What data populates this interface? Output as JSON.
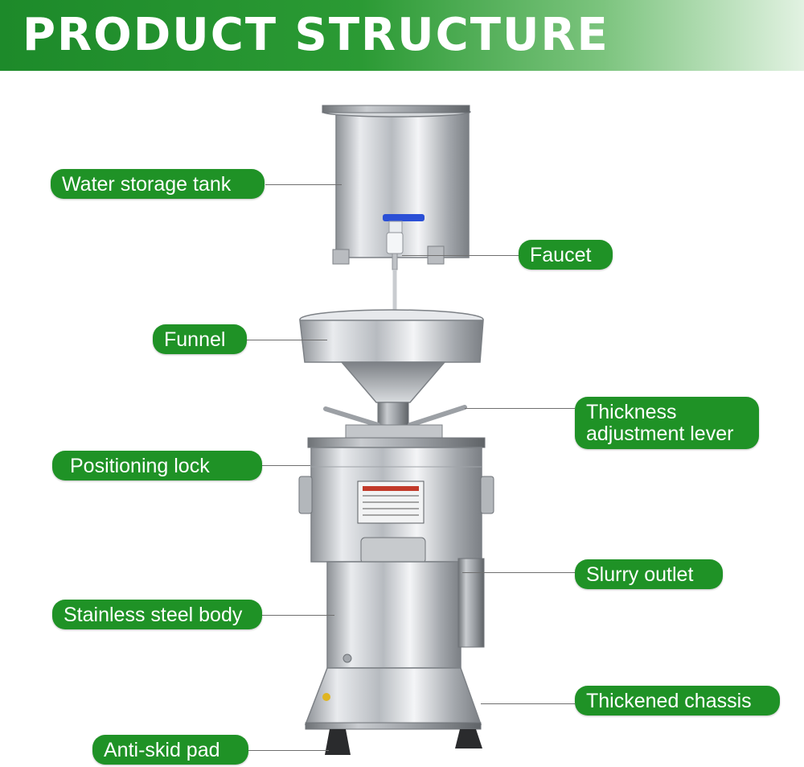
{
  "header": {
    "title": "PRODUCT STRUCTURE"
  },
  "labels": {
    "water_tank": "Water storage tank",
    "faucet": "Faucet",
    "funnel": "Funnel",
    "thickness_lever_l1": "Thickness",
    "thickness_lever_l2": "adjustment lever",
    "positioning_lock": "Positioning lock",
    "slurry_outlet": "Slurry outlet",
    "body": "Stainless steel body",
    "chassis": "Thickened chassis",
    "anti_skid": "Anti-skid pad"
  },
  "colors": {
    "label_green": "#1f9226",
    "banner_green": "#1d8a2a",
    "steel": "#c8cbcf",
    "faucet_blue": "#2a4fd6"
  }
}
